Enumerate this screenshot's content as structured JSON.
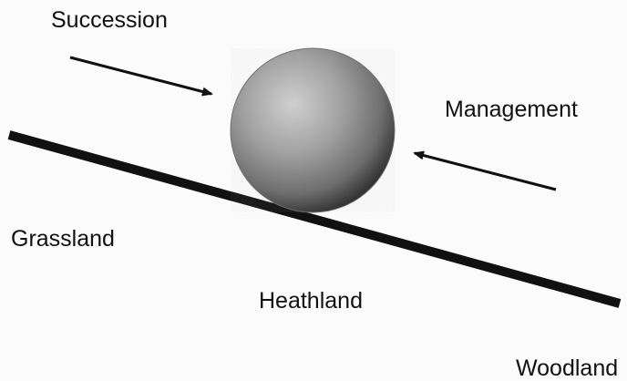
{
  "labels": {
    "succession": "Succession",
    "management": "Management",
    "grassland": "Grassland",
    "heathland": "Heathland",
    "woodland": "Woodland"
  },
  "colors": {
    "ink": "#111111",
    "ball_light": "#d2d2d2",
    "ball_mid": "#8f8f8f",
    "ball_dark": "#2f2f2f",
    "background": "#fbfbfb"
  },
  "icons": {
    "ball": "ball-icon",
    "slope": "slope-line",
    "arrow_succession": "arrow-right-icon",
    "arrow_management": "arrow-left-icon"
  }
}
